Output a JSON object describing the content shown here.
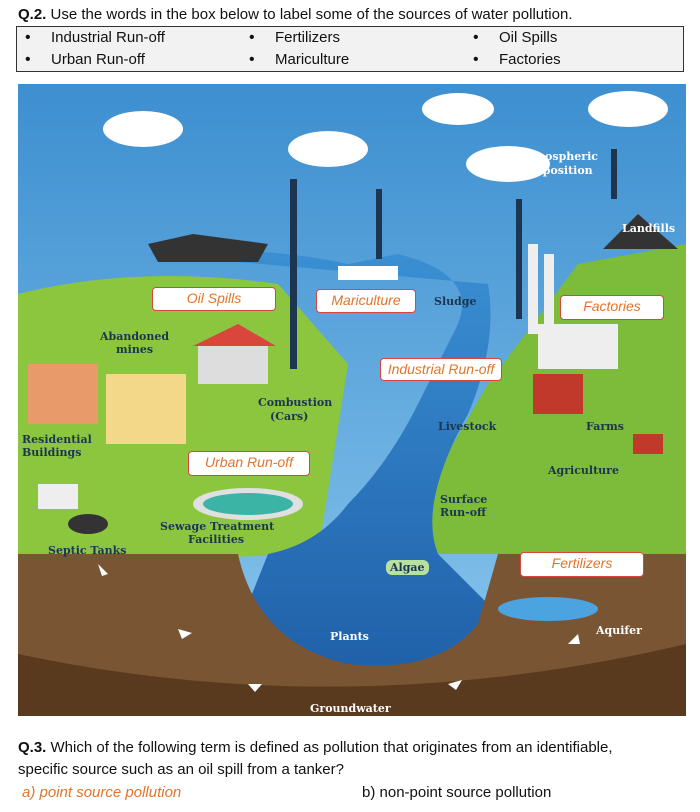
{
  "q2": {
    "number": "Q.2.",
    "text": " Use the words in the box below to label some of the sources of water pollution."
  },
  "word_bank": [
    "Industrial Run-off",
    "Fertilizers",
    "Oil Spills",
    "Urban Run-off",
    "Mariculture",
    "Factories"
  ],
  "illustration": {
    "answer_labels": {
      "oil_spills": "Oil Spills",
      "mariculture": "Mariculture",
      "industrial_runoff": "Industrial Run-off",
      "factories": "Factories",
      "urban_runoff": "Urban Run-off",
      "fertilizers": "Fertilizers"
    },
    "labels": {
      "sludge": "Sludge",
      "atmospheric_1": "Atmospheric",
      "atmospheric_2": "deposition",
      "landfills": "Landfills",
      "abandoned_1": "Abandoned",
      "abandoned_2": "mines",
      "combustion_1": "Combustion",
      "combustion_2": "(Cars)",
      "livestock": "Livestock",
      "farms": "Farms",
      "residential_1": "Residential",
      "residential_2": "Buildings",
      "agriculture": "Agriculture",
      "surface_1": "Surface",
      "surface_2": "Run-off",
      "sewage_1": "Sewage Treatment",
      "sewage_2": "Facilities",
      "septic": "Septic Tanks",
      "algae": "Algae",
      "aquifer": "Aquifer",
      "plants": "Plants",
      "groundwater": "Groundwater"
    },
    "colors": {
      "sky": "#4a9fd8",
      "water": "#2f7fc4",
      "land": "#8cc63f",
      "soil": "#6b4a2b",
      "label_border": "#d9463b",
      "label_text": "#e0752b"
    }
  },
  "q3": {
    "number": "Q.3.",
    "line1": " Which of the following term is defined as pollution that originates from an identifiable,",
    "line2": "specific source such as an oil spill from a tanker?",
    "options": [
      {
        "text": "a) point source pollution",
        "selected": true,
        "color": "#e0752b"
      },
      {
        "text": "b) non-point source pollution",
        "selected": false
      }
    ]
  }
}
